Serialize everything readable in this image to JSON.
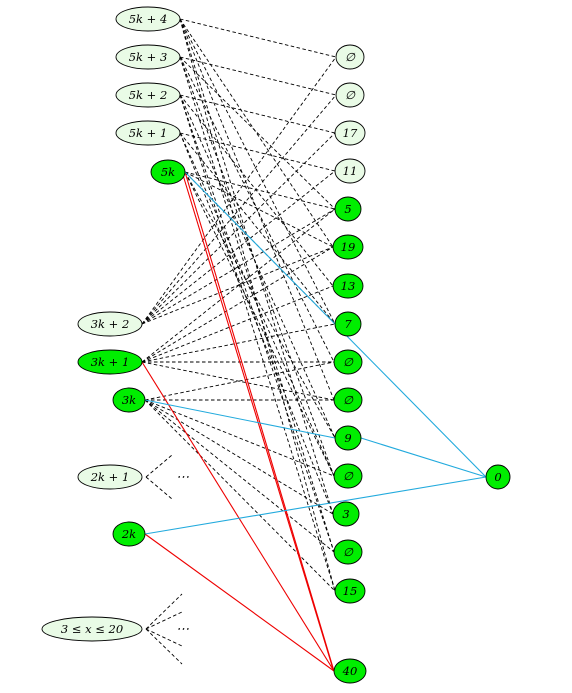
{
  "colors": {
    "node_light": "#e9fbe6",
    "node_green": "#00ee00",
    "node_stroke": "#000000",
    "edge_dashed": "#000000",
    "edge_red": "#ee0000",
    "edge_blue": "#22aadd"
  },
  "left_nodes": [
    {
      "id": "L5k4",
      "label": "5k + 4",
      "style": "light"
    },
    {
      "id": "L5k3",
      "label": "5k + 3",
      "style": "light"
    },
    {
      "id": "L5k2",
      "label": "5k + 2",
      "style": "light"
    },
    {
      "id": "L5k1",
      "label": "5k + 1",
      "style": "light"
    },
    {
      "id": "L5k",
      "label": "5k",
      "style": "green"
    },
    {
      "id": "L3k2",
      "label": "3k + 2",
      "style": "light"
    },
    {
      "id": "L3k1",
      "label": "3k + 1",
      "style": "green"
    },
    {
      "id": "L3k",
      "label": "3k",
      "style": "green"
    },
    {
      "id": "L2k1",
      "label": "2k + 1",
      "style": "light"
    },
    {
      "id": "L2k",
      "label": "2k",
      "style": "green"
    },
    {
      "id": "Lrange",
      "label": "3 ≤ x ≤ 20",
      "style": "light"
    }
  ],
  "middle_nodes": [
    {
      "id": "Mempty1",
      "label": "∅",
      "style": "light"
    },
    {
      "id": "Mempty2",
      "label": "∅",
      "style": "light"
    },
    {
      "id": "M17",
      "label": "17",
      "style": "light"
    },
    {
      "id": "M11",
      "label": "11",
      "style": "light"
    },
    {
      "id": "M5",
      "label": "5",
      "style": "green"
    },
    {
      "id": "M19",
      "label": "19",
      "style": "green"
    },
    {
      "id": "M13",
      "label": "13",
      "style": "green"
    },
    {
      "id": "M7",
      "label": "7",
      "style": "green"
    },
    {
      "id": "Mempty3",
      "label": "∅",
      "style": "green"
    },
    {
      "id": "Mempty4",
      "label": "∅",
      "style": "green"
    },
    {
      "id": "M9",
      "label": "9",
      "style": "green"
    },
    {
      "id": "Mempty5",
      "label": "∅",
      "style": "green"
    },
    {
      "id": "M3",
      "label": "3",
      "style": "green"
    },
    {
      "id": "Mempty6",
      "label": "∅",
      "style": "green"
    },
    {
      "id": "M15",
      "label": "15",
      "style": "green"
    },
    {
      "id": "M40",
      "label": "40",
      "style": "green"
    }
  ],
  "right_nodes": [
    {
      "id": "R0",
      "label": "0",
      "style": "green"
    }
  ],
  "ellipsis_text": "⋯",
  "dashed_edges": [
    [
      "L5k4",
      "M7"
    ],
    [
      "L5k4",
      "M19"
    ],
    [
      "L5k4",
      "Mempty4"
    ],
    [
      "L5k4",
      "M3"
    ],
    [
      "L5k4",
      "Mempty1"
    ],
    [
      "L5k4",
      "M15"
    ],
    [
      "L5k3",
      "Mempty2"
    ],
    [
      "L5k3",
      "M5"
    ],
    [
      "L5k3",
      "Mempty3"
    ],
    [
      "L5k3",
      "Mempty5"
    ],
    [
      "L5k3",
      "Mempty6"
    ],
    [
      "L5k2",
      "M17"
    ],
    [
      "L5k2",
      "M13"
    ],
    [
      "L5k2",
      "M9"
    ],
    [
      "L5k2",
      "Mempty6"
    ],
    [
      "L5k2",
      "M15"
    ],
    [
      "L5k1",
      "M11"
    ],
    [
      "L5k1",
      "M7"
    ],
    [
      "L5k1",
      "Mempty5"
    ],
    [
      "L5k1",
      "M3"
    ],
    [
      "L5k",
      "M5"
    ],
    [
      "L5k",
      "M19"
    ],
    [
      "L5k",
      "M7"
    ],
    [
      "L5k",
      "M9"
    ],
    [
      "L5k",
      "Mempty5"
    ],
    [
      "L3k2",
      "Mempty1"
    ],
    [
      "L3k2",
      "Mempty2"
    ],
    [
      "L3k2",
      "M17"
    ],
    [
      "L3k2",
      "M11"
    ],
    [
      "L3k2",
      "M5"
    ],
    [
      "L3k2",
      "M19"
    ],
    [
      "L3k1",
      "M13"
    ],
    [
      "L3k1",
      "M7"
    ],
    [
      "L3k1",
      "Mempty3"
    ],
    [
      "L3k1",
      "Mempty4"
    ],
    [
      "L3k1",
      "M5"
    ],
    [
      "L3k1",
      "M19"
    ],
    [
      "L3k",
      "Mempty5"
    ],
    [
      "L3k",
      "M3"
    ],
    [
      "L3k",
      "Mempty6"
    ],
    [
      "L3k",
      "M15"
    ],
    [
      "L3k",
      "Mempty4"
    ],
    [
      "L3k",
      "Mempty3"
    ]
  ],
  "red_edges": [
    [
      "L5k",
      "M40"
    ],
    [
      "L3k1",
      "M40"
    ],
    [
      "L2k",
      "M40"
    ]
  ],
  "blue_edges": [
    [
      "L5k",
      "R0"
    ],
    [
      "L3k",
      "M9"
    ],
    [
      "M9",
      "R0"
    ],
    [
      "L2k",
      "R0"
    ]
  ]
}
